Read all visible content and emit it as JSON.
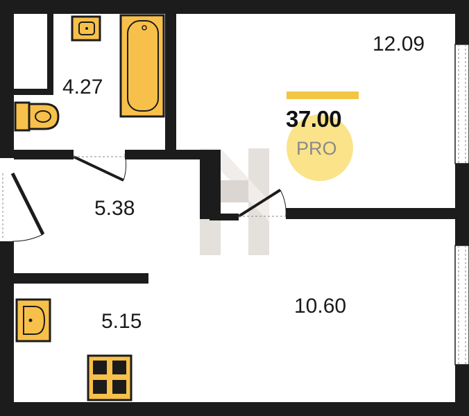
{
  "plan": {
    "total_area": "37.00",
    "badge": "PRO",
    "rooms": [
      {
        "id": "living-room",
        "area": "12.09"
      },
      {
        "id": "bathroom",
        "area": "4.27"
      },
      {
        "id": "hallway",
        "area": "5.38"
      },
      {
        "id": "kitchen",
        "area": "5.15"
      },
      {
        "id": "bedroom",
        "area": "10.60"
      }
    ]
  },
  "colors": {
    "wall": "#1c1c1c",
    "fixture": "#f7c04a",
    "accent": "#f2c543",
    "badge_circle": "#fbe38a",
    "watermark": "#d8d2cc"
  },
  "icons": [
    "sink-icon",
    "bathtub-icon",
    "toilet-icon",
    "stove-icon",
    "watermark-logo-icon"
  ]
}
